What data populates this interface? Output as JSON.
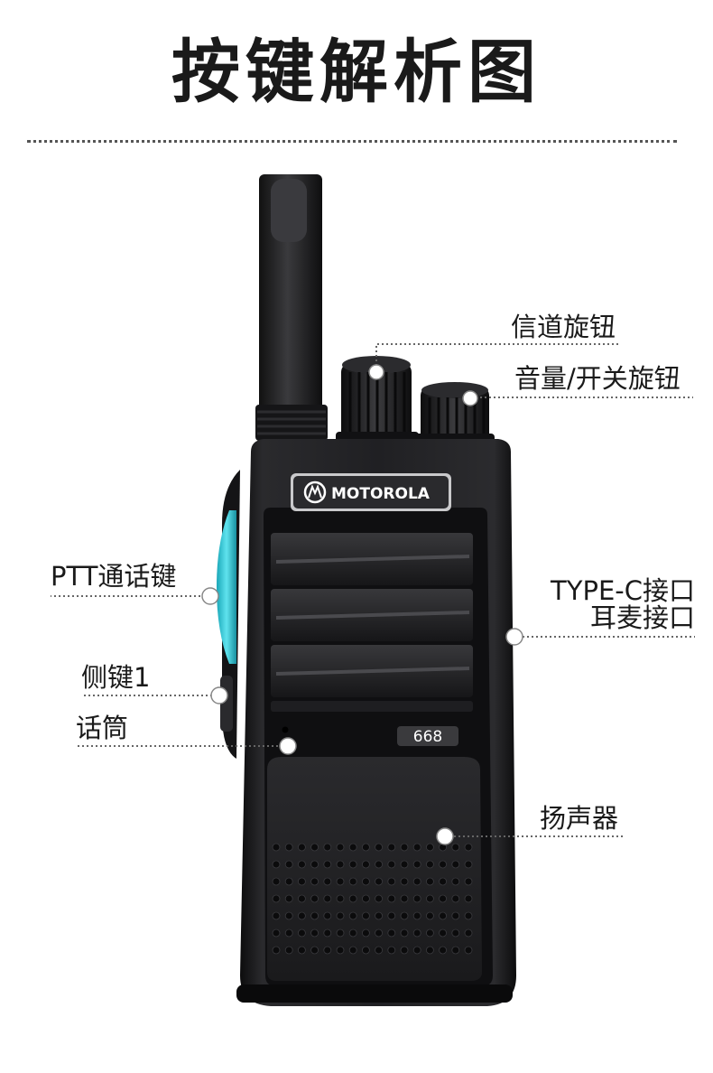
{
  "title": "按键解析图",
  "brand": "MOTOROLA",
  "model": "668",
  "labels": {
    "channel_knob": "信道旋钮",
    "volume_knob": "音量/开关旋钮",
    "ptt": "PTT通话键",
    "side_key": "侧键1",
    "microphone": "话筒",
    "type_c_line1": "TYPE-C接口",
    "type_c_line2": "耳麦接口",
    "speaker": "扬声器"
  },
  "colors": {
    "body": "#1b1b1d",
    "ptt_accent": "#2ec7d6",
    "leader": "#666666"
  }
}
